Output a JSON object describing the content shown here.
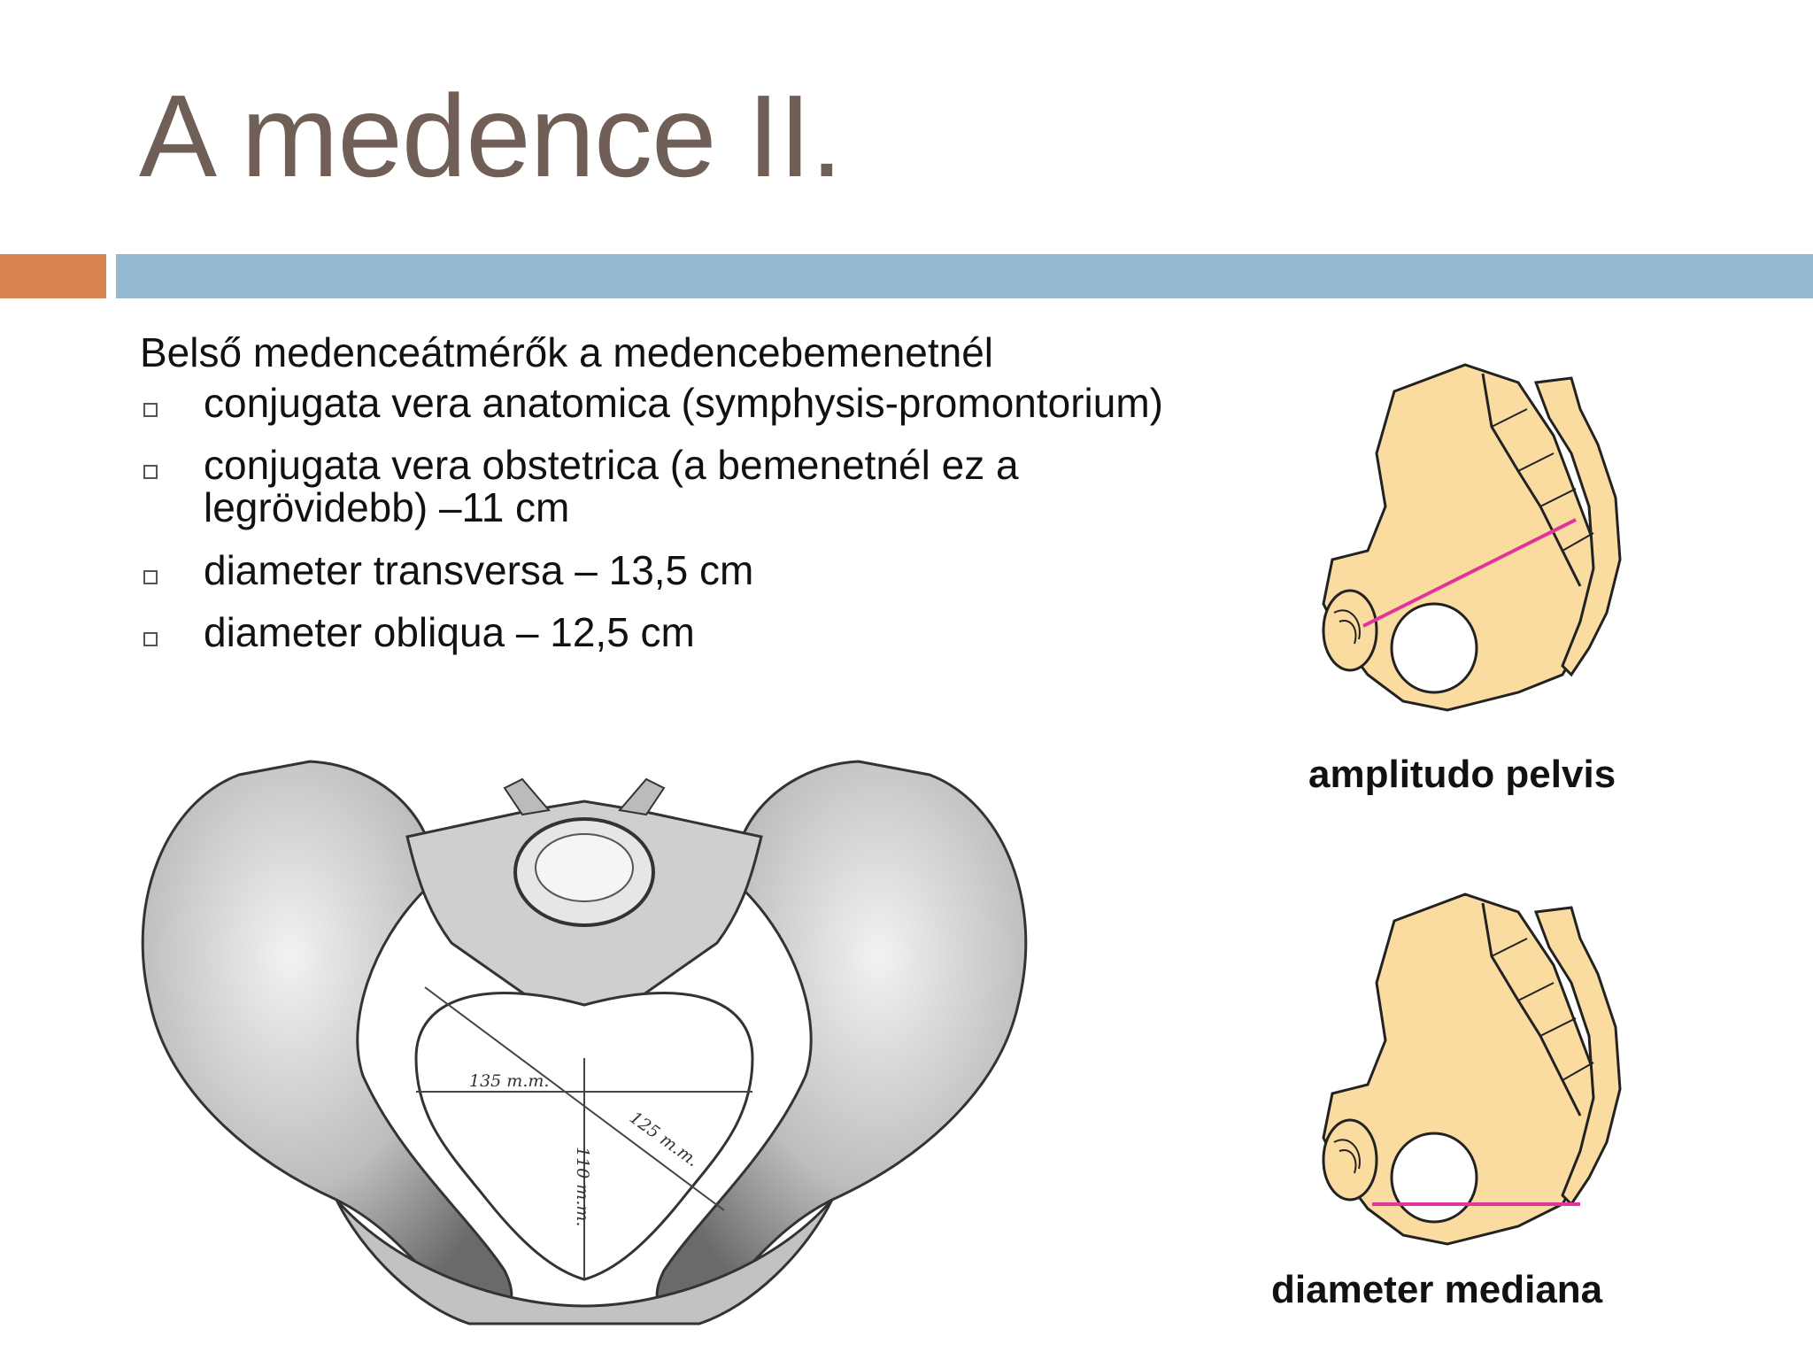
{
  "slide": {
    "title": "A medence II.",
    "intro": "Belső medenceátmérők a medencebemenetnél",
    "bullets": [
      "conjugata vera anatomica (symphysis-promontorium)",
      "conjugata vera obstetrica (a bemenetnél ez a legrövidebb) –11 cm",
      "diameter transversa – 13,5 cm",
      "diameter obliqua – 12,5 cm"
    ]
  },
  "figures": {
    "main": {
      "labels": {
        "transverse": "135 m.m.",
        "oblique": "125 m.m.",
        "conjugate": "110 m.m."
      }
    },
    "top": {
      "caption": "amplitudo pelvis"
    },
    "bottom": {
      "caption": "diameter mediana"
    }
  },
  "colors": {
    "title": "#6f5f56",
    "accent_orange": "#d9844f",
    "accent_blue": "#94b7d2",
    "bone_fill": "#fadba0",
    "diameter_line": "#e0369a"
  }
}
